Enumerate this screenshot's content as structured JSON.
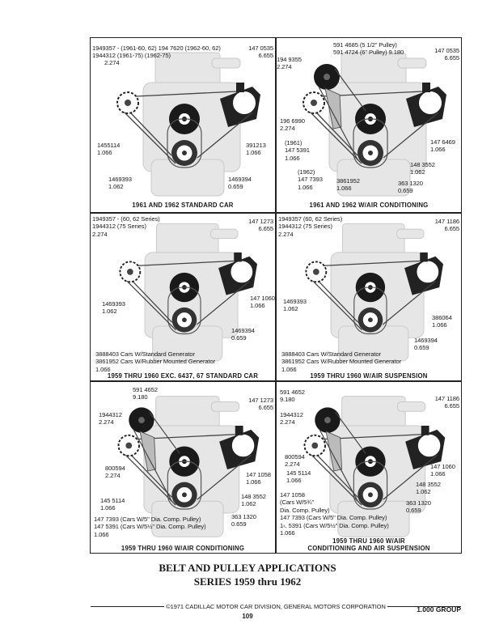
{
  "panels": [
    {
      "caption": "1961 AND 1962 STANDARD CAR",
      "ac": false,
      "labels": [
        "1949357 - (1961-60, 62) 194 7620 (1962-60, 62)\n1944312  (1961-75) (1962-75)",
        "2.274",
        "147 0535\n6.655",
        "1455114\n1.066",
        "391213\n1.066",
        "1469393\n1.062",
        "1469394\n0.659"
      ]
    },
    {
      "caption": "1961 AND 1962 W/AIR CONDITIONING",
      "ac": true,
      "labels": [
        "591 4685 (5 1/2\" Pulley)\n591 4724 (6\" Pulley) 9.180",
        "194 9355\n2.274",
        "147 0535\n6.655",
        "196 6990\n2.274",
        "(1961)\n147 5391\n1.066",
        "(1962)\n147 7393\n1.066",
        "3861952\n1.066",
        "147 6469\n1.066",
        "148 3552\n1.062",
        "363 1320\n0.659"
      ]
    },
    {
      "caption": "1959 THRU 1960 EXC. 6437, 67 STANDARD CAR",
      "ac": false,
      "labels": [
        "1949357 - (60, 62 Series)\n1944312  (75 Series)\n2.274",
        "147 1273\n6.655",
        "1469393\n1.062",
        "147 1060\n1.066",
        "1469394\n0.659",
        "3888403 Cars W/Standard Generator\n 3861952 Cars W/Rubber Mounted Generator\n1.066"
      ]
    },
    {
      "caption": "1959 THRU 1960 W/AIR SUSPENSION",
      "ac": false,
      "labels": [
        "1949357 (60, 62 Series)\n1944312  (75 Series)\n2.274",
        "147 1186\n6.655",
        "1469393\n1.062",
        "386064\n1.066",
        "1469394\n0.659",
        "3888403 Cars W/Standard Generator\n 3861952 Cars W/Rubber Mounted Generator\n1.066"
      ]
    },
    {
      "caption": "1959 THRU 1960 W/AIR CONDITIONING",
      "ac": true,
      "labels": [
        "591 4652\n9.180",
        "1944312\n2.274",
        "147 1273\n6.655",
        "800594\n2.274",
        "147 1058\n1.066",
        "148 3552\n1.062",
        "145 5114\n1.066",
        "363 1320\n0.659",
        "147 7393 (Cars W/5\" Dia. Comp. Pulley)\n147 5391 (Cars W/5½\" Dia. Comp. Pulley)\n1.066"
      ]
    },
    {
      "caption": "1959 THRU 1960 W/AIR\nCONDITIONING AND AIR SUSPENSION",
      "ac": true,
      "labels": [
        "591 4652\n9.180",
        "1944312\n2.274",
        "147 1186\n6.655",
        "800594\n2.274",
        "145 5114\n1.066",
        "147 1060\n1.066",
        "148 3552\n1.062",
        "147 1058\n(Cars W/5¾\"\nDia. Comp. Pulley)\n147 7393 (Cars W/5\" Dia. Comp. Pulley)\n1‹. 5391 (Cars W/5½\" Dia. Comp.  Pulley)\n1.066",
        "363 1320\n0.659"
      ]
    }
  ],
  "footer": {
    "title": "BELT AND PULLEY APPLICATIONS\nSERIES 1959 thru 1962",
    "copyright": "©1971 CADILLAC MOTOR CAR DIVISION, GENERAL MOTORS CORPORATION",
    "page_number": "109",
    "group": "1.000 GROUP"
  }
}
